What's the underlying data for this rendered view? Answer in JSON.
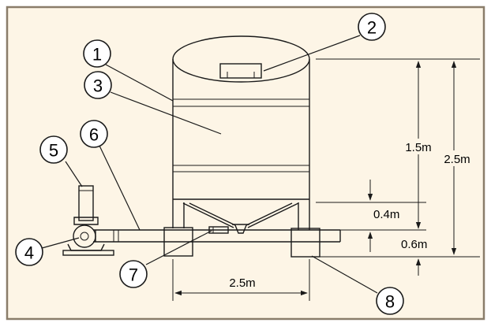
{
  "colors": {
    "background": "#fdf5e6",
    "frame": "#8a7d6a",
    "line": "#1a1a1a"
  },
  "callouts": [
    {
      "id": "1",
      "label": "1"
    },
    {
      "id": "2",
      "label": "2"
    },
    {
      "id": "3",
      "label": "3"
    },
    {
      "id": "4",
      "label": "4"
    },
    {
      "id": "5",
      "label": "5"
    },
    {
      "id": "6",
      "label": "6"
    },
    {
      "id": "7",
      "label": "7"
    },
    {
      "id": "8",
      "label": "8"
    }
  ],
  "dimensions": {
    "tank_height": "1.5m",
    "total_height": "2.5m",
    "cone_height": "0.4m",
    "leg_height": "0.6m",
    "width": "2.5m"
  }
}
